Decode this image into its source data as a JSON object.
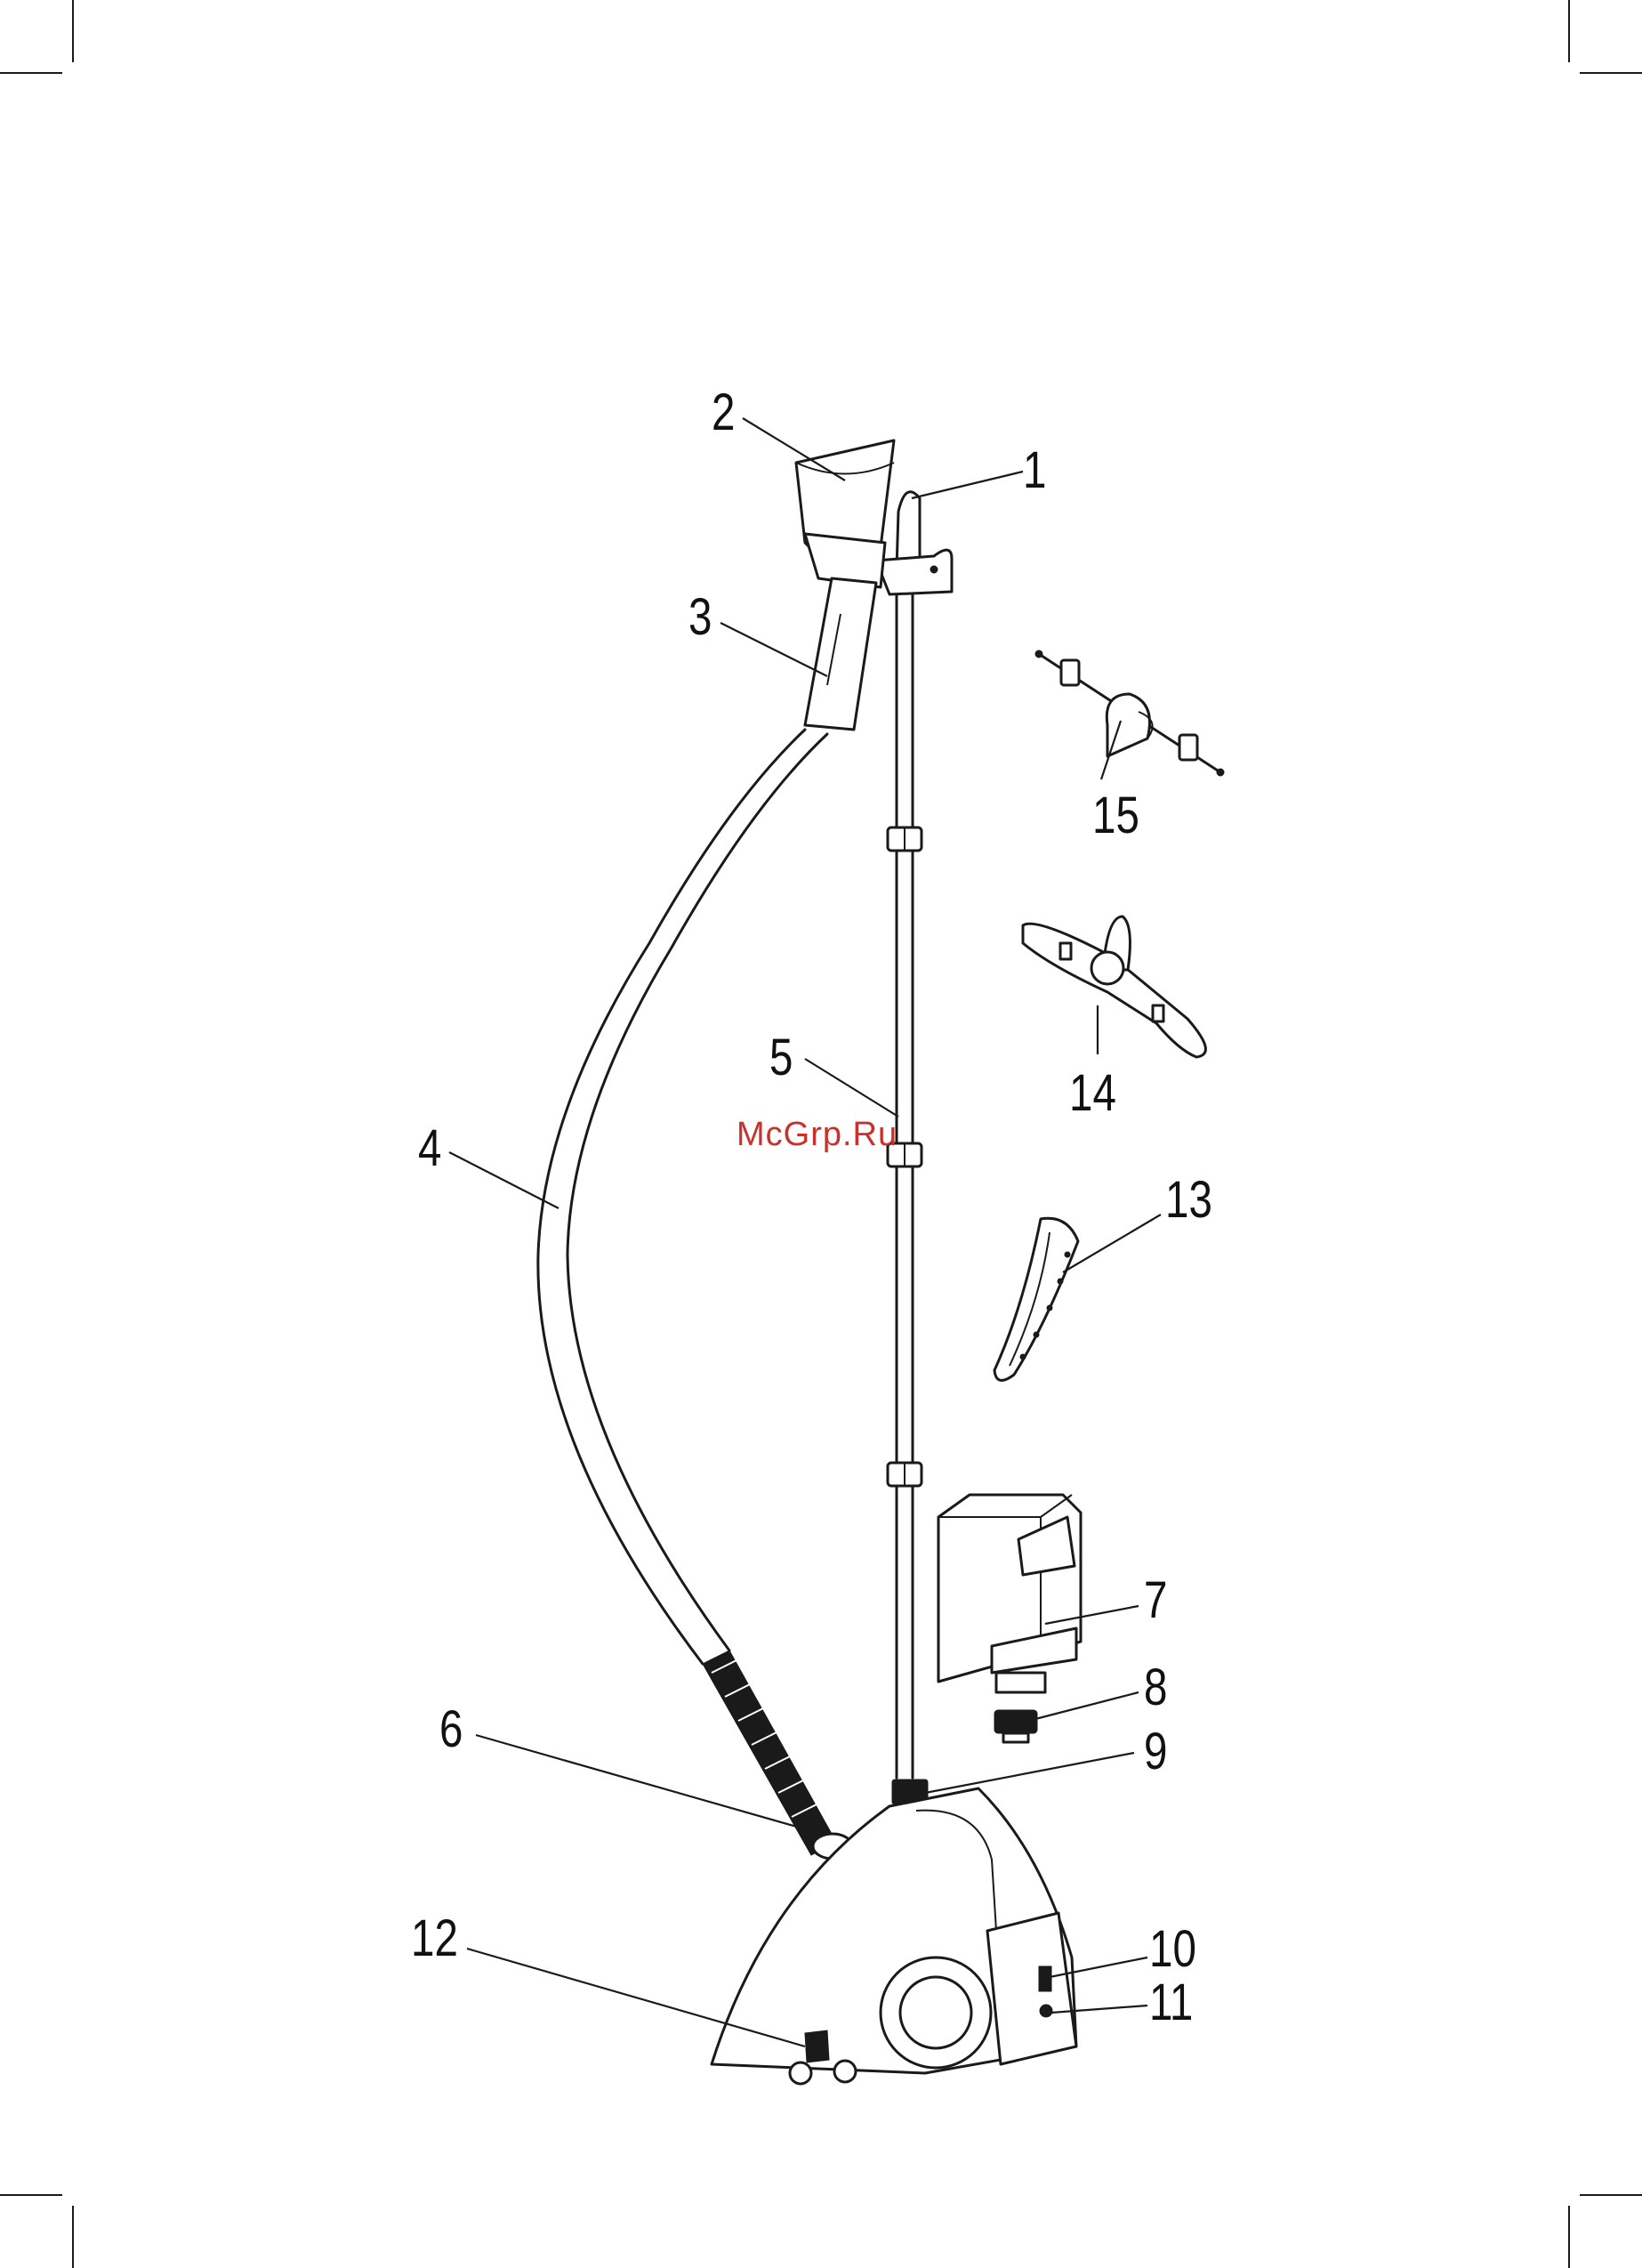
{
  "watermark": "McGrp.Ru",
  "callouts": [
    {
      "id": "1",
      "text": "1"
    },
    {
      "id": "2",
      "text": "2"
    },
    {
      "id": "3",
      "text": "3"
    },
    {
      "id": "4",
      "text": "4"
    },
    {
      "id": "5",
      "text": "5"
    },
    {
      "id": "6",
      "text": "6"
    },
    {
      "id": "7",
      "text": "7"
    },
    {
      "id": "8",
      "text": "8"
    },
    {
      "id": "9",
      "text": "9"
    },
    {
      "id": "10",
      "text": "10"
    },
    {
      "id": "11",
      "text": "11"
    },
    {
      "id": "12",
      "text": "12"
    },
    {
      "id": "13",
      "text": "13"
    },
    {
      "id": "14",
      "text": "14"
    },
    {
      "id": "15",
      "text": "15"
    }
  ]
}
